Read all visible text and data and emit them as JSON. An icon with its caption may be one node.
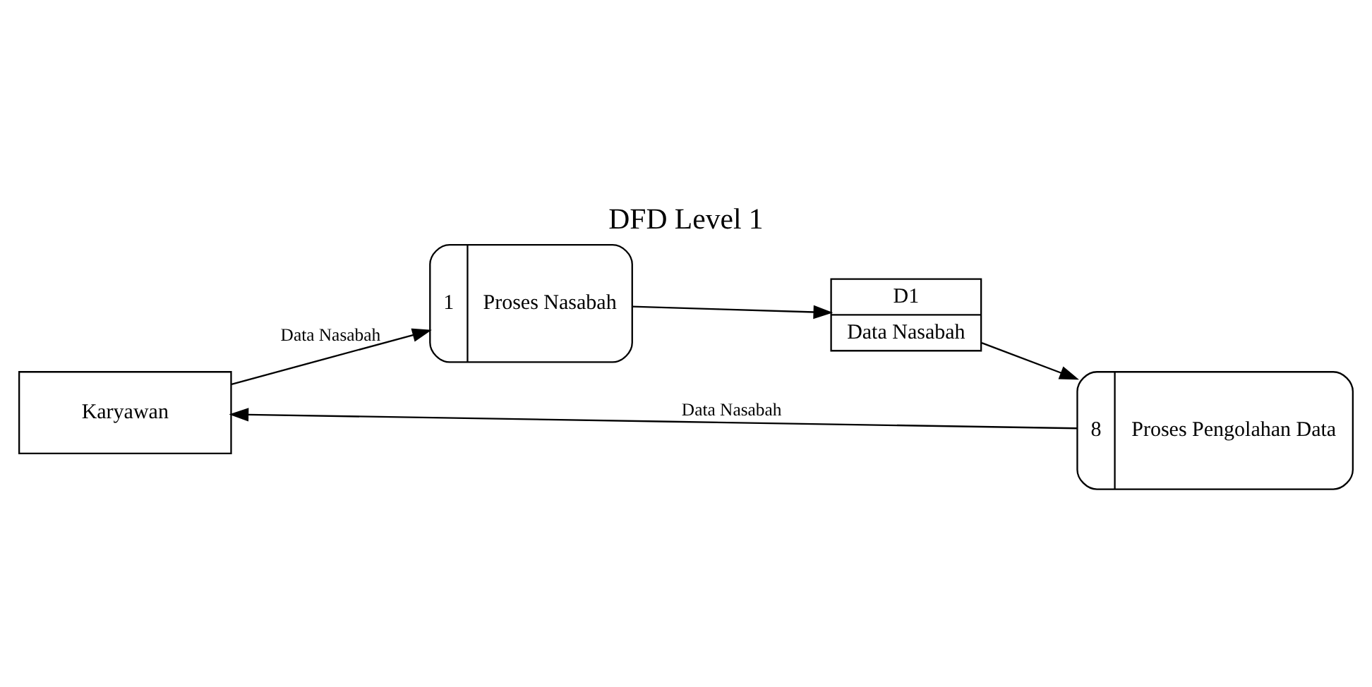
{
  "diagram": {
    "title": "DFD Level 1",
    "nodes": [
      {
        "text": [
          "Karyawan"
        ]
      },
      {
        "text": [
          "1",
          "Proses Nasabah"
        ]
      },
      {
        "text": [
          "D1",
          "Data Nasabah"
        ]
      },
      {
        "text": [
          "8",
          "Proses Pengolahan Data"
        ]
      }
    ],
    "edges": [
      {
        "from": 0,
        "to": 1,
        "arrow": "to",
        "label": "Data Nasabah"
      },
      {
        "from": 1,
        "to": 2,
        "arrow": "to"
      },
      {
        "from": 2,
        "to": 3,
        "arrow": "to"
      },
      {
        "from": 3,
        "to": 0,
        "arrow": "to",
        "label": "Data Nasabah"
      }
    ]
  }
}
